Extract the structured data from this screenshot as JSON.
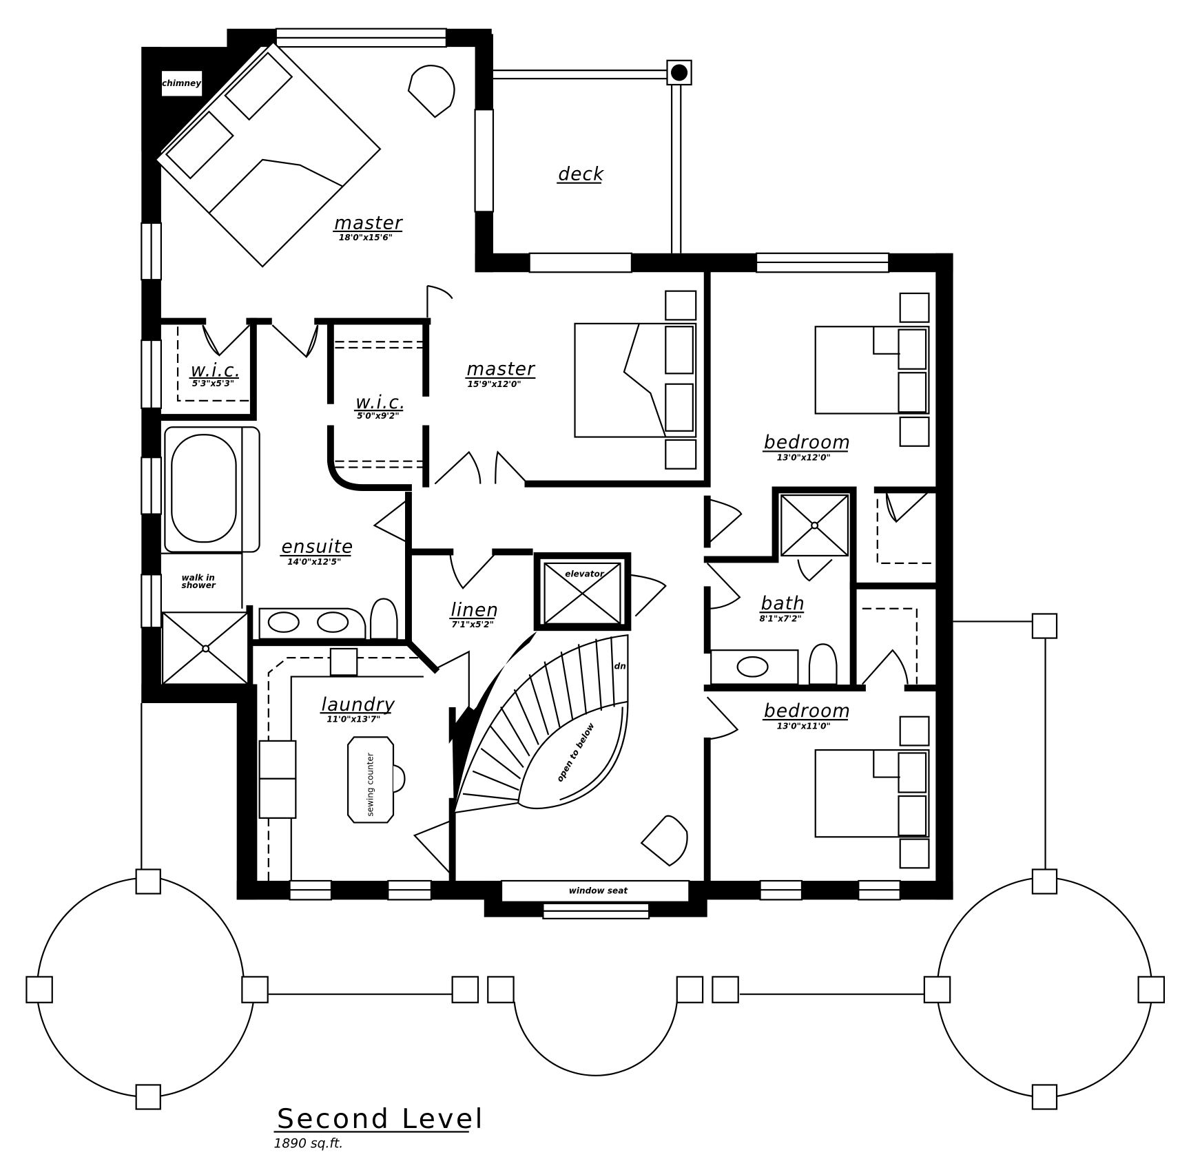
{
  "plan": {
    "title": "Second Level",
    "area": "1890 sq.ft."
  },
  "rooms": {
    "master_bedroom": {
      "name": "master",
      "dims": "18'0\"x15'6\""
    },
    "master_sitting": {
      "name": "master",
      "dims": "15'9\"x12'0\""
    },
    "deck": {
      "name": "deck"
    },
    "wic_small": {
      "name": "w.i.c.",
      "dims": "5'3\"x5'3\""
    },
    "wic_large": {
      "name": "w.i.c.",
      "dims": "5'0\"x9'2\""
    },
    "ensuite": {
      "name": "ensuite",
      "dims": "14'0\"x12'5\""
    },
    "linen": {
      "name": "linen",
      "dims": "7'1\"x5'2\""
    },
    "laundry": {
      "name": "laundry",
      "dims": "11'0\"x13'7\""
    },
    "bedroom_1": {
      "name": "bedroom",
      "dims": "13'0\"x12'0\""
    },
    "bath": {
      "name": "bath",
      "dims": "8'1\"x7'2\""
    },
    "bedroom_2": {
      "name": "bedroom",
      "dims": "13'0\"x11'0\""
    }
  },
  "fixtures": {
    "chimney": "chimney",
    "walk_in_shower": [
      "walk in",
      "shower"
    ],
    "elevator": "elevator",
    "stair_direction": "dn",
    "open_to_below": "open to below",
    "sewing_counter": "sewing counter",
    "window_seat": "window seat"
  }
}
